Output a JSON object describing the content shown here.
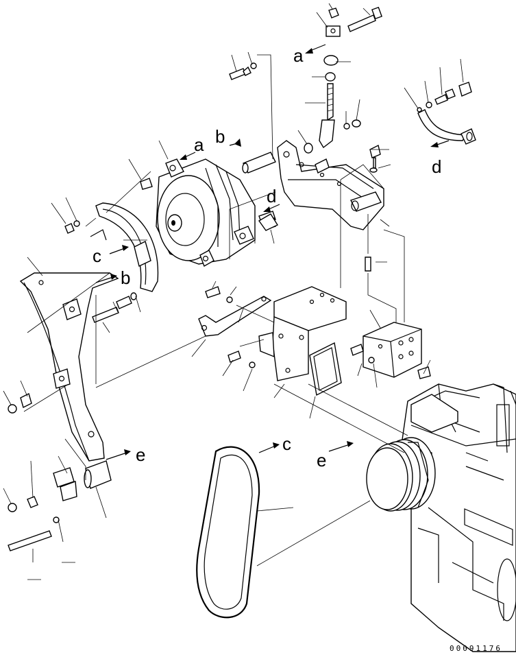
{
  "drawing": {
    "reference_letters": {
      "a_top": "a",
      "a_alternator": "a",
      "b_mount": "b",
      "b_bracket": "b",
      "c_alternator": "c",
      "c_belt": "c",
      "d_mount": "d",
      "d_clip": "d",
      "e_spacer": "e",
      "e_pulley": "e"
    },
    "drawing_number": "00091176",
    "line_color": "#000000",
    "background_color": "#ffffff"
  }
}
